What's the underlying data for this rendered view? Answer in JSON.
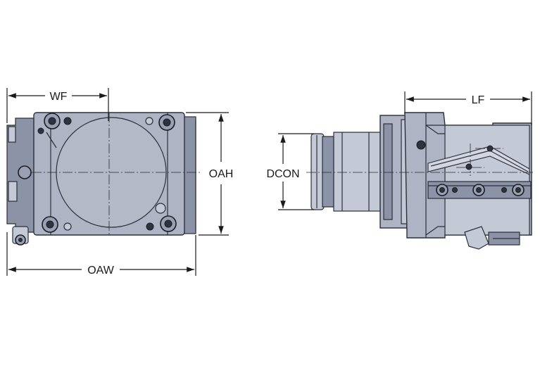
{
  "dimensions": {
    "wf": "WF",
    "oah": "OAH",
    "oaw": "OAW",
    "dcon": "DCON",
    "lf": "LF"
  },
  "colors": {
    "body": "#aeb4c4",
    "body_dark": "#8d93a6",
    "body_light": "#c4c9d6",
    "outline": "#2a2f3a",
    "dimension": "#1a1a1a",
    "background": "#ffffff"
  }
}
